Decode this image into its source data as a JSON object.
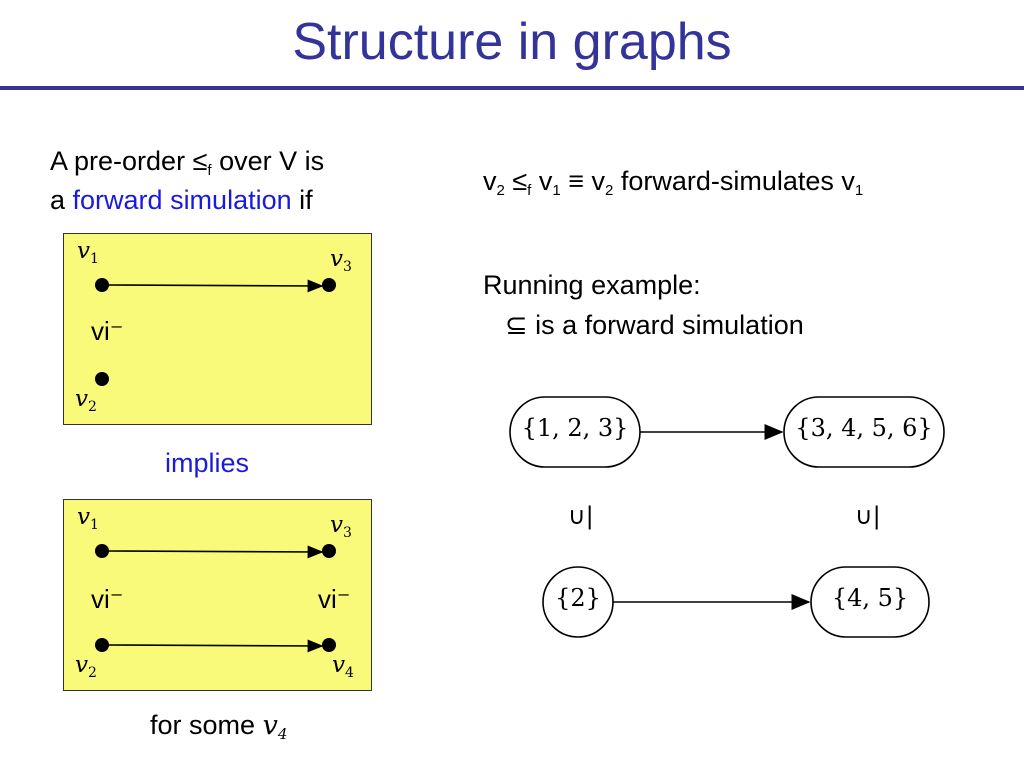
{
  "slide": {
    "title": "Structure in graphs",
    "def_line1": "A pre-order ≤",
    "def_line1_sub": "f",
    "def_line1_end": " over V is",
    "def_line2_pre": "a ",
    "def_line2_term": "forward simulation",
    "def_line2_post": " if",
    "implies": "implies",
    "for_some": "for some",
    "for_some_var": "v",
    "for_some_var_sub": "4",
    "eq_v2": "v",
    "eq_v2_sub": "2",
    "eq_le": " ≤",
    "eq_le_sub": "f",
    "eq_v1": " v",
    "eq_v1_sub": "1",
    "eq_equiv": " ≡ v",
    "eq_v2b_sub": "2",
    "eq_text": " forward-simulates v",
    "eq_v1b_sub": "1",
    "running": "Running example:",
    "subset_symbol": "⊆",
    "subset_text": " is a forward simulation"
  },
  "box1": {
    "v1": "v",
    "v1_sub": "1",
    "v3": "v",
    "v3_sub": "3",
    "v2": "v",
    "v2_sub": "2",
    "rel": "vi⁻"
  },
  "box2": {
    "v1": "v",
    "v1_sub": "1",
    "v3": "v",
    "v3_sub": "3",
    "v2": "v",
    "v2_sub": "2",
    "v4": "v",
    "v4_sub": "4",
    "rel_left": "vi⁻",
    "rel_right": "vi⁻"
  },
  "example": {
    "node_a": "{1, 2, 3}",
    "node_b": "{3, 4, 5, 6}",
    "node_c": "{2}",
    "node_d": "{4, 5}",
    "rel_left": "∪|",
    "rel_right": "∪|"
  },
  "colors": {
    "title": "#333399",
    "accent_text": "#1a1add",
    "box_fill": "#fafa7a"
  }
}
